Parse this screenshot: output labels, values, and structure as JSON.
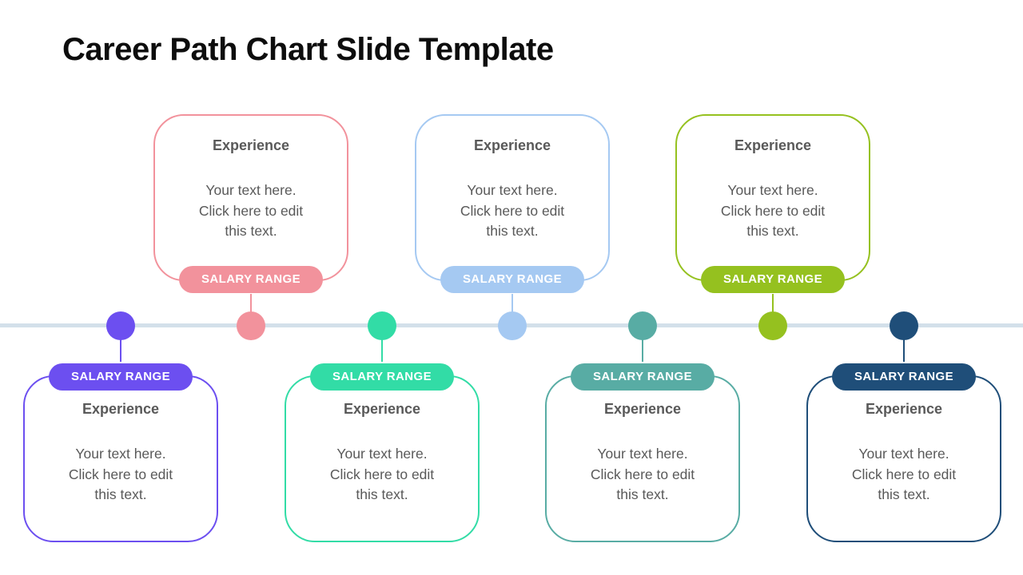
{
  "slide": {
    "title": "Career Path Chart Slide Template",
    "background": "#FFFFFF",
    "text_color": "#595959",
    "timeline_color": "#D3E0EA"
  },
  "items": [
    {
      "step": 1,
      "side": "bottom",
      "color": "#6C4FF0",
      "badge_label": "SALARY RANGE",
      "heading": "Experience",
      "body_lines": [
        "Your text here.",
        "Click here to edit",
        "this text."
      ]
    },
    {
      "step": 2,
      "side": "top",
      "color": "#F2929C",
      "badge_label": "SALARY RANGE",
      "heading": "Experience",
      "body_lines": [
        "Your text here.",
        "Click here to edit",
        "this text."
      ]
    },
    {
      "step": 3,
      "side": "bottom",
      "color": "#32DCA6",
      "badge_label": "SALARY RANGE",
      "heading": "Experience",
      "body_lines": [
        "Your text here.",
        "Click here to edit",
        "this text."
      ]
    },
    {
      "step": 4,
      "side": "top",
      "color": "#A5C9F2",
      "badge_label": "SALARY RANGE",
      "heading": "Experience",
      "body_lines": [
        "Your text here.",
        "Click here to edit",
        "this text."
      ]
    },
    {
      "step": 5,
      "side": "bottom",
      "color": "#58ACA4",
      "badge_label": "SALARY RANGE",
      "heading": "Experience",
      "body_lines": [
        "Your text here.",
        "Click here to edit",
        "this text."
      ]
    },
    {
      "step": 6,
      "side": "top",
      "color": "#95C11F",
      "badge_label": "SALARY RANGE",
      "heading": "Experience",
      "body_lines": [
        "Your text here.",
        "Click here to edit",
        "this text."
      ]
    },
    {
      "step": 7,
      "side": "bottom",
      "color": "#1F4E79",
      "badge_label": "SALARY RANGE",
      "heading": "Experience",
      "body_lines": [
        "Your text here.",
        "Click here to edit",
        "this text."
      ]
    }
  ]
}
